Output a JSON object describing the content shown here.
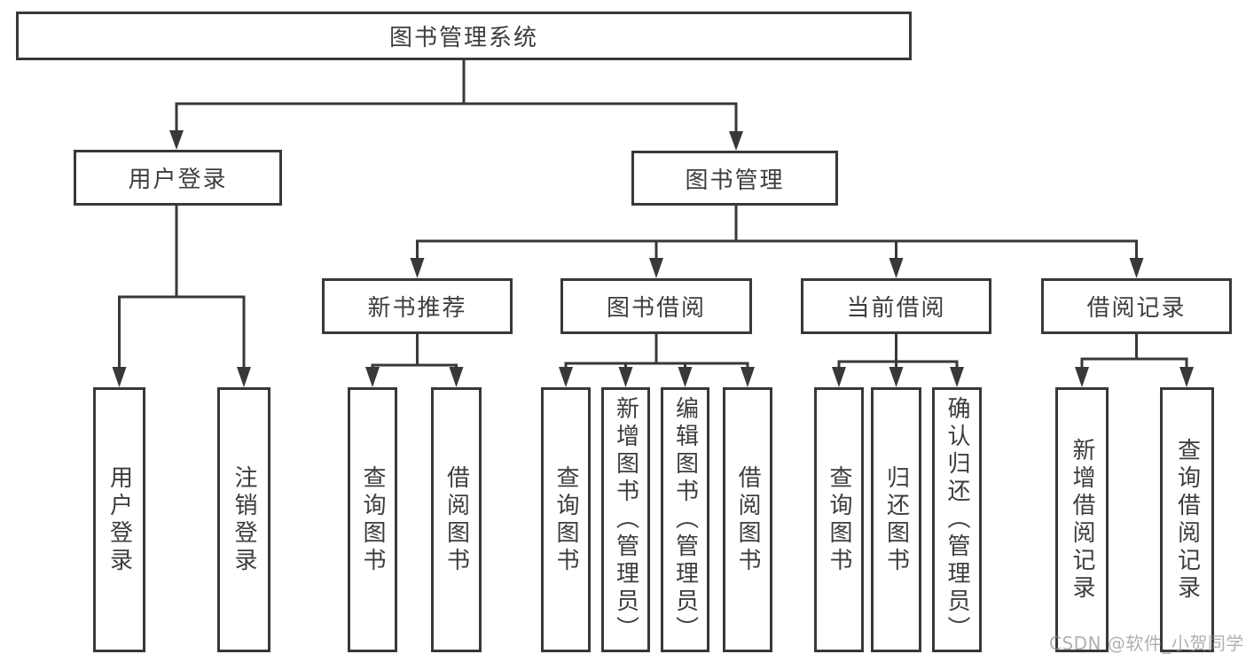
{
  "diagram": {
    "root": {
      "label": "图书管理系统"
    },
    "branches": [
      {
        "label": "用户登录",
        "children": [
          {
            "label": "用户登录"
          },
          {
            "label": "注销登录"
          }
        ]
      },
      {
        "label": "图书管理",
        "children": [
          {
            "label": "新书推荐",
            "children": [
              {
                "label": "查询图书"
              },
              {
                "label": "借阅图书"
              }
            ]
          },
          {
            "label": "图书借阅",
            "children": [
              {
                "label": "查询图书"
              },
              {
                "label": "新增图书（管理员）"
              },
              {
                "label": "编辑图书（管理员）"
              },
              {
                "label": "借阅图书"
              }
            ]
          },
          {
            "label": "当前借阅",
            "children": [
              {
                "label": "查询图书"
              },
              {
                "label": "归还图书"
              },
              {
                "label": "确认归还（管理员）"
              }
            ]
          },
          {
            "label": "借阅记录",
            "children": [
              {
                "label": "新增借阅记录"
              },
              {
                "label": "查询借阅记录"
              }
            ]
          }
        ]
      }
    ]
  },
  "watermark": {
    "text": "CSDN @软件_小贺同学",
    "color": "#b1b1b1"
  },
  "colors": {
    "line": "#383838",
    "box_border": "#383838",
    "text": "#3d3d3d",
    "background": "#ffffff"
  }
}
